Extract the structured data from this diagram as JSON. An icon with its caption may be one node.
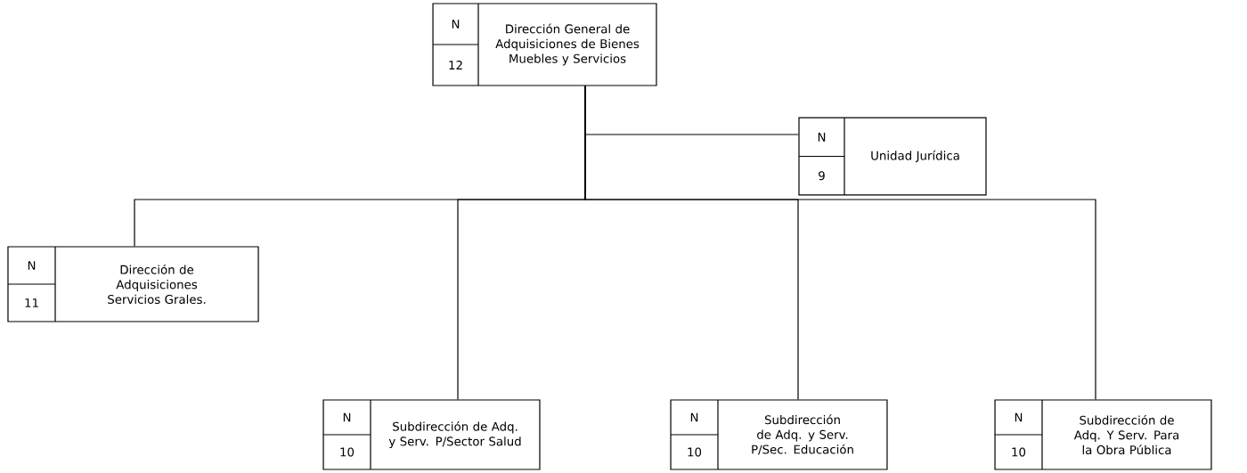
{
  "diagram": {
    "nodes": [
      {
        "text": [
          "N",
          "12",
          "Dirección General de Adquisiciones de Bienes Muebles y Servicios"
        ]
      },
      {
        "text": [
          "N",
          "9",
          "Unidad Jurídica"
        ]
      },
      {
        "text": [
          "N",
          "11",
          "Dirección de Adquisiciones Servicios Grales."
        ]
      },
      {
        "text": [
          "N",
          "10",
          "Subdirección de Adq. y Serv. P/Sector Salud"
        ]
      },
      {
        "text": [
          "N",
          "10",
          "Subdirección de Adq. y Serv. P/Sec.  Educación"
        ]
      },
      {
        "text": [
          "N",
          "10",
          "Subdirección de Adq. Y Serv. Para la Obra Pública"
        ]
      }
    ],
    "edges": [
      {
        "from": 0,
        "to": 1,
        "arrow": "none"
      },
      {
        "from": 0,
        "to": 2,
        "arrow": "none"
      },
      {
        "from": 0,
        "to": 3,
        "arrow": "none"
      },
      {
        "from": 0,
        "to": 4,
        "arrow": "none"
      },
      {
        "from": 0,
        "to": 5,
        "arrow": "none"
      }
    ]
  }
}
